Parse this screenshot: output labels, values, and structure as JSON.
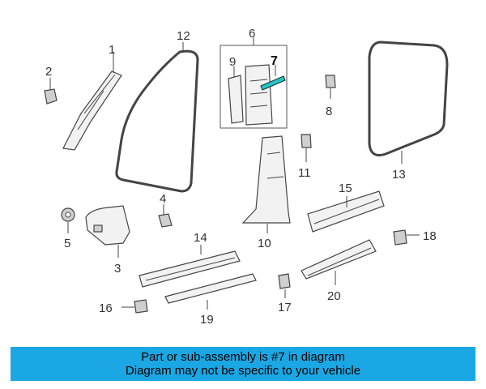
{
  "callouts": {
    "c1": "1",
    "c2": "2",
    "c3": "3",
    "c4": "4",
    "c5": "5",
    "c6": "6",
    "c7": "7",
    "c8": "8",
    "c9": "9",
    "c10": "10",
    "c11": "11",
    "c12": "12",
    "c13": "13",
    "c14": "14",
    "c15": "15",
    "c16": "16",
    "c17": "17",
    "c18": "18",
    "c19": "19",
    "c20": "20"
  },
  "highlight_part": "7",
  "colors": {
    "highlight": "#27c4c4",
    "banner": "#1aa7e3"
  },
  "banner": {
    "line1": "Part or sub-assembly is #7 in diagram",
    "line2": "Diagram may not be specific to your vehicle"
  }
}
